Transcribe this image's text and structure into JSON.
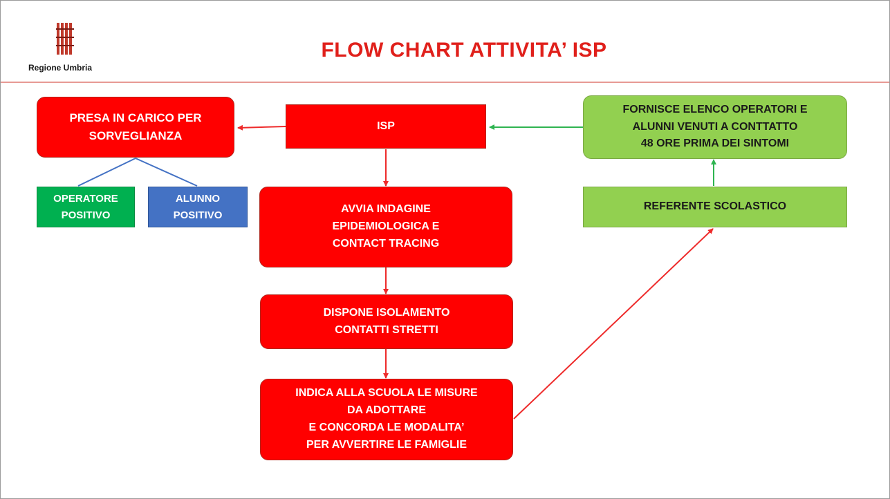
{
  "header": {
    "title": "FLOW CHART ATTIVITA’ ISP",
    "logo_text": "Regione Umbria"
  },
  "nodes": {
    "presa_in_carico": "PRESA IN CARICO PER\nSORVEGLIANZA",
    "isp": "ISP",
    "fornisce_elenco": "FORNISCE ELENCO OPERATORI E\nALUNNI VENUTI A CONTTATTO\n48 ORE PRIMA DEI SINTOMI",
    "operatore_positivo": "OPERATORE\nPOSITIVO",
    "alunno_positivo": "ALUNNO\nPOSITIVO",
    "avvia_indagine": "AVVIA INDAGINE\nEPIDEMIOLOGICA E\nCONTACT TRACING",
    "referente_scolastico": "REFERENTE SCOLASTICO",
    "dispone_isolamento": "DISPONE ISOLAMENTO\nCONTATTI STRETTI",
    "indica_alla_scuola": "INDICA ALLA SCUOLA LE MISURE\nDA ADOTTARE\nE CONCORDA LE MODALITA’\nPER AVVERTIRE LE FAMIGLIE"
  },
  "colors": {
    "red": "#ff0000",
    "green_light": "#92d050",
    "green_dark": "#00b050",
    "blue": "#4472c4",
    "title_red": "#e0201b",
    "arrow_red": "#ee2a2a",
    "arrow_green": "#2eb450",
    "connector_blue": "#4472c4"
  }
}
